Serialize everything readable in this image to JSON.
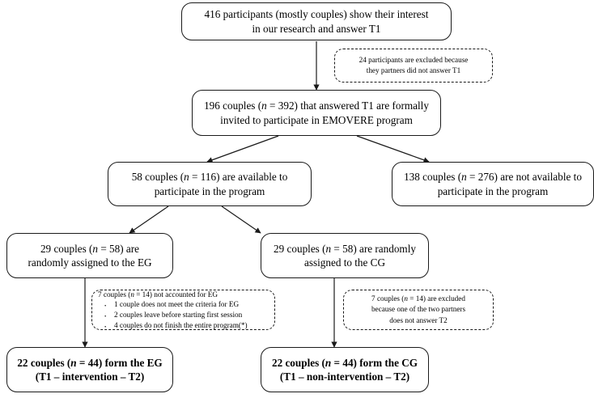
{
  "diagram": {
    "title": "EMOVERE program participant flow diagram",
    "type": "flowchart",
    "stroke_color": "#1a1a1a",
    "background_color": "#ffffff",
    "nodes": [
      {
        "id": "n1",
        "style": "solid",
        "line1": "416 participants (mostly couples) show their interest",
        "line2": "in our research and answer T1"
      },
      {
        "id": "n2",
        "style": "dashed",
        "line1": "24 participants are excluded because",
        "line2": "they partners did not answer T1"
      },
      {
        "id": "n3",
        "style": "solid",
        "line1_a": "196 couples (",
        "line1_n": "n",
        "line1_b": " = 392) that answered T1 are formally",
        "line2": "invited to participate in EMOVERE program"
      },
      {
        "id": "n4",
        "style": "solid",
        "line1_a": "58 couples (",
        "line1_n": "n",
        "line1_b": " = 116) are available to",
        "line2": "participate in the program"
      },
      {
        "id": "n5",
        "style": "solid",
        "line1_a": "138 couples (",
        "line1_n": "n",
        "line1_b": " = 276) are not available to",
        "line2": "participate in the program"
      },
      {
        "id": "n6",
        "style": "solid",
        "line1_a": "29 couples (",
        "line1_n": "n",
        "line1_b": " = 58) are",
        "line2": "randomly assigned to the EG"
      },
      {
        "id": "n7",
        "style": "solid",
        "line1_a": "29 couples (",
        "line1_n": "n",
        "line1_b": " = 58) are randomly",
        "line2": "assigned to the CG"
      },
      {
        "id": "n8",
        "style": "dashed",
        "head_a": "7 couples (",
        "head_n": "n",
        "head_b": " = 14) not accounted for EG",
        "bullets": [
          "1 couple does not meet the criteria for EG",
          "2 couples leave before starting first session",
          "4 couples do not finish the entire program(*)"
        ]
      },
      {
        "id": "n9",
        "style": "dashed",
        "line1_a": "7 couples (",
        "line1_n": "n",
        "line1_b": " = 14) are excluded",
        "line2": "because one of the two partners",
        "line3": "does not answer  T2"
      },
      {
        "id": "n10",
        "style": "solid",
        "line1_a": "22 couples (",
        "line1_n": "n",
        "line1_b": " = 44) form the EG",
        "line2": "(T1 – intervention – T2)"
      },
      {
        "id": "n11",
        "style": "solid",
        "line1_a": "22 couples (",
        "line1_n": "n",
        "line1_b": " = 44) form the CG",
        "line2": "(T1 – non-intervention – T2)"
      }
    ]
  }
}
